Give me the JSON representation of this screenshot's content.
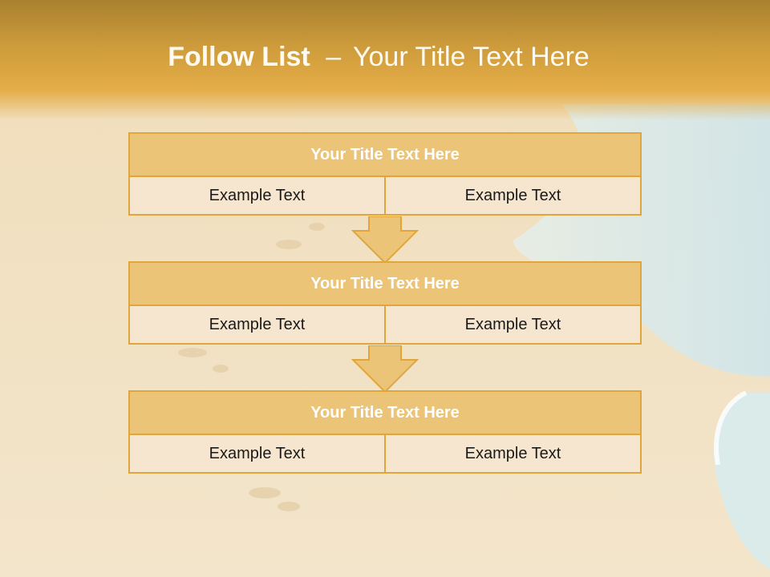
{
  "slide": {
    "title_bold": "Follow List",
    "title_dash": "–",
    "title_rest": "Your Title Text Here"
  },
  "blocks": [
    {
      "title": "Your Title Text Here",
      "left": "Example Text",
      "right": "Example Text"
    },
    {
      "title": "Your Title Text Here",
      "left": "Example Text",
      "right": "Example Text"
    },
    {
      "title": "Your Title Text Here",
      "left": "Example Text",
      "right": "Example Text"
    }
  ],
  "colors": {
    "header": "#d9a442",
    "block_title_fill": "#ecc478",
    "block_border": "#e0a63c",
    "cell_fill": "#f6e6cf",
    "arrow_fill": "#ecc478"
  },
  "icons": [
    "down-arrow-icon",
    "down-arrow-icon"
  ]
}
